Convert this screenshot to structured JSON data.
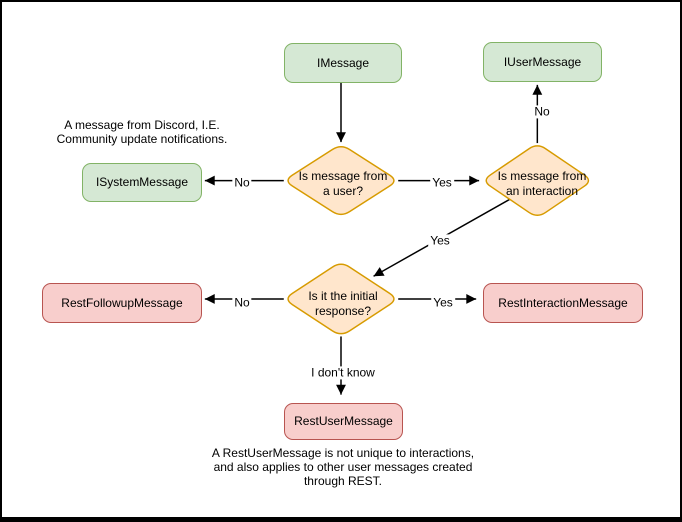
{
  "diagram": {
    "nodes": {
      "imessage": {
        "label": "IMessage",
        "type": "interface"
      },
      "iusermessage": {
        "label": "IUserMessage",
        "type": "interface"
      },
      "isystemmessage": {
        "label": "ISystemMessage",
        "type": "interface"
      },
      "restfollowupmessage": {
        "label": "RestFollowupMessage",
        "type": "class"
      },
      "restinteractionmessage": {
        "label": "RestInteractionMessage",
        "type": "class"
      },
      "restusermessage": {
        "label": "RestUserMessage",
        "type": "class"
      }
    },
    "decisions": {
      "is_message_from_user": {
        "label": "Is message from\na user?"
      },
      "is_message_from_interaction": {
        "label": "Is message from\nan interaction"
      },
      "is_initial_response": {
        "label": "Is it the initial\nresponse?"
      }
    },
    "edge_labels": {
      "user_check_no": "No",
      "user_check_yes": "Yes",
      "interaction_check_no": "No",
      "interaction_check_yes": "Yes",
      "initial_check_no": "No",
      "initial_check_yes": "Yes",
      "initial_check_unknown": "I don't know"
    },
    "notes": {
      "system_message_note": "A message from Discord, I.E.\nCommunity update notifications.",
      "rest_user_message_note": "A RestUserMessage is not unique to interactions,\nand also applies to other user messages created\nthrough REST."
    },
    "colors": {
      "interface_fill": "#d5e8d4",
      "interface_stroke": "#82b366",
      "decision_fill": "#ffe6cc",
      "decision_stroke": "#d79b00",
      "class_fill": "#f8cecc",
      "class_stroke": "#b85450",
      "line": "#000000",
      "background": "#ffffff"
    }
  }
}
